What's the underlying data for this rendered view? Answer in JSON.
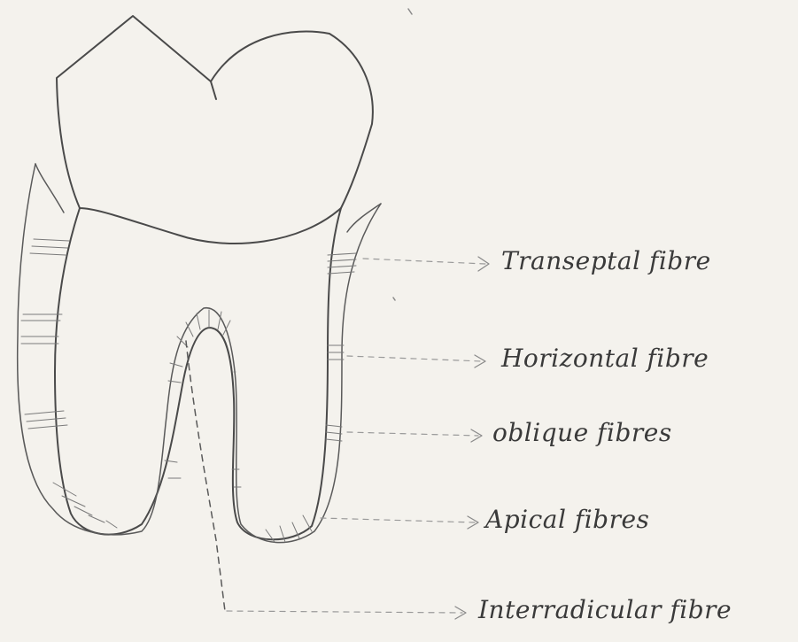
{
  "colors": {
    "paper": "#f4f2ed",
    "ink": "#4a4a4a",
    "pencil": "#7a7a7a",
    "leader": "#9a9a9a"
  },
  "labels": {
    "transeptal": "Transeptal fibre",
    "horizontal": "Horizontal fibre",
    "oblique": "oblique fibres",
    "apical": "Apical fibres",
    "interradicular": "Interradicular fibre"
  }
}
